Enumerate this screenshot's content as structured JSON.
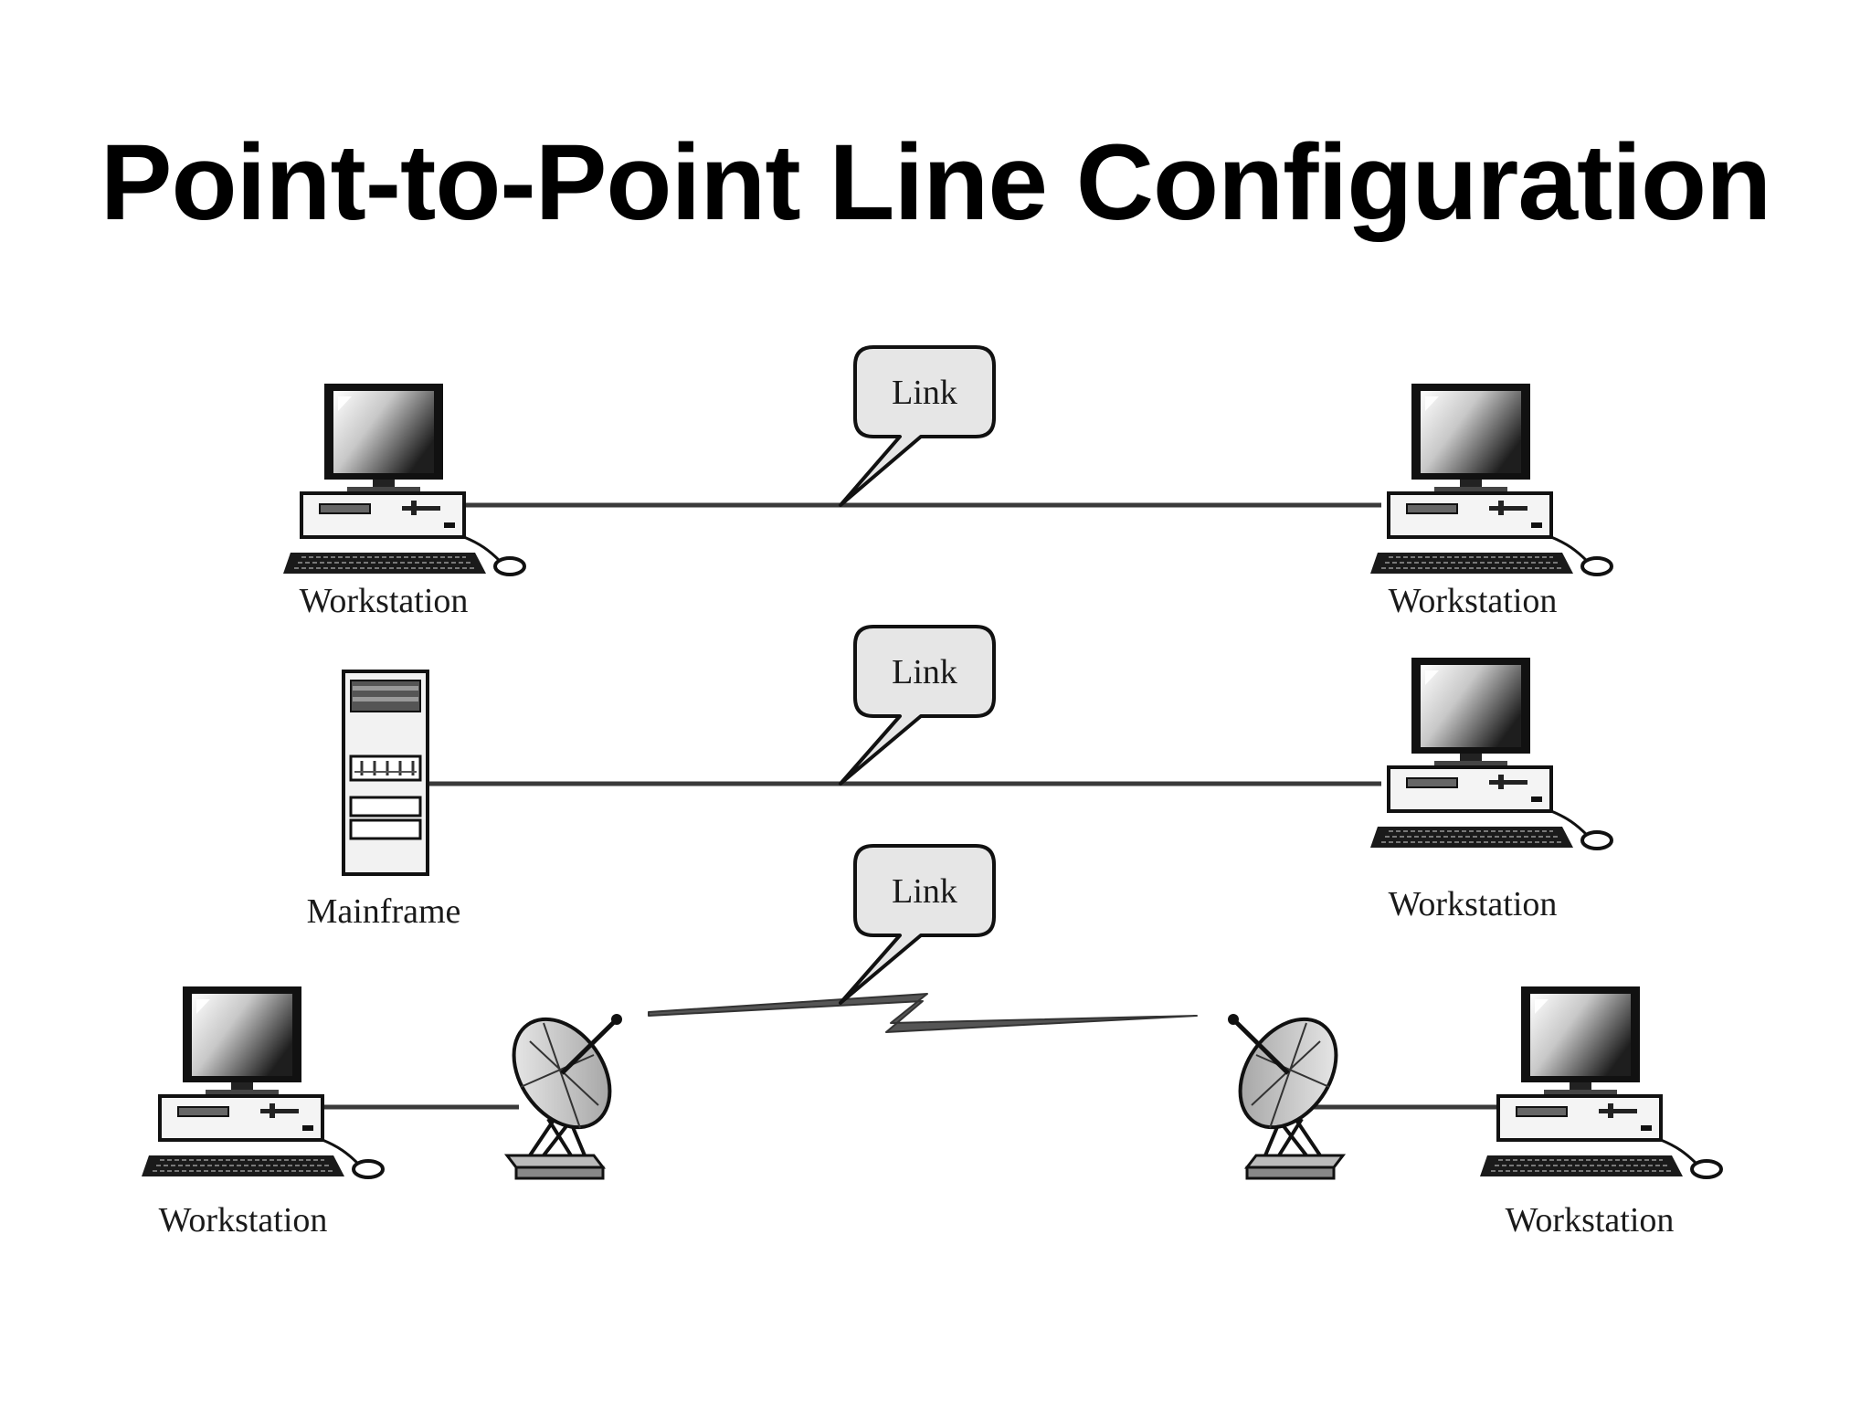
{
  "title": "Point-to-Point Line Configuration",
  "rows": [
    {
      "link_label": "Link",
      "left_device": {
        "type": "workstation",
        "label": "Workstation"
      },
      "right_device": {
        "type": "workstation",
        "label": "Workstation"
      },
      "connection": "cable"
    },
    {
      "link_label": "Link",
      "left_device": {
        "type": "mainframe",
        "label": "Mainframe"
      },
      "right_device": {
        "type": "workstation",
        "label": "Workstation"
      },
      "connection": "cable"
    },
    {
      "link_label": "Link",
      "left_device": {
        "type": "workstation",
        "label": "Workstation"
      },
      "right_device": {
        "type": "workstation",
        "label": "Workstation"
      },
      "connection": "satellite-wireless"
    }
  ],
  "icons": [
    "workstation-icon",
    "mainframe-icon",
    "satellite-dish-icon",
    "lightning-link-icon"
  ],
  "colors": {
    "line": "#3a3a3a",
    "callout_fill": "#e6e6e6",
    "text": "#000000"
  }
}
